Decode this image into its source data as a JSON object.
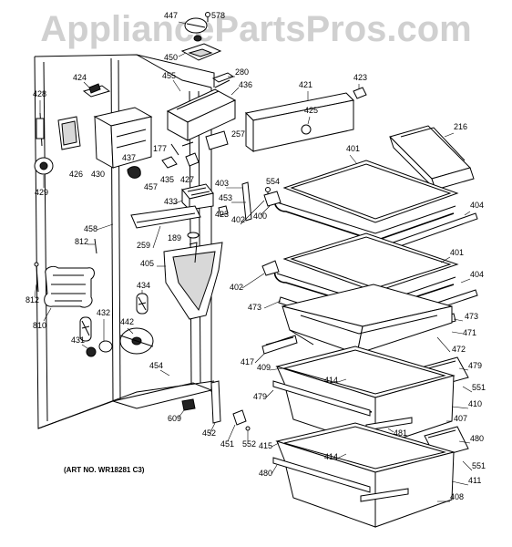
{
  "watermark": "AppliancePartsPros.com",
  "art_number": "(ART NO. WR18281 C3)",
  "part_labels": [
    "447",
    "578",
    "450",
    "424",
    "428",
    "455",
    "280",
    "436",
    "421",
    "423",
    "425",
    "216",
    "426",
    "430",
    "429",
    "177",
    "257",
    "437",
    "435",
    "427",
    "401",
    "457",
    "433",
    "403",
    "554",
    "453",
    "423",
    "402",
    "400",
    "404",
    "458",
    "189",
    "812",
    "259",
    "405",
    "401",
    "812",
    "810",
    "434",
    "402",
    "473",
    "404",
    "473",
    "471",
    "432",
    "442",
    "431",
    "472",
    "417",
    "409",
    "454",
    "479",
    "414",
    "551",
    "479",
    "410",
    "609",
    "407",
    "481",
    "452",
    "451",
    "552",
    "415",
    "480",
    "414",
    "551",
    "480",
    "411",
    "408"
  ]
}
